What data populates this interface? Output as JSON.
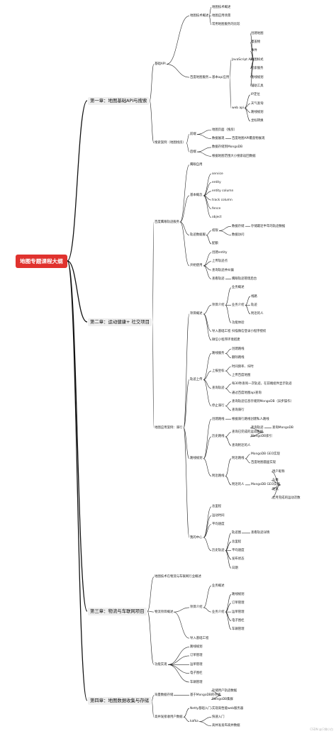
{
  "watermark": "CSDN @只做小白",
  "tree": {
    "text": "地图专题课程大纲",
    "children": [
      {
        "text": "第一章：地图基础API与搜索",
        "children": [
          {
            "text": "基础API",
            "children": [
              {
                "text": "地图技术概述",
                "children": [
                  {
                    "text": "地图技术概述"
                  },
                  {
                    "text": "地图应用场景"
                  },
                  {
                    "text": "常用地图服务的比较"
                  }
                ]
              },
              {
                "text": "百度地图服务",
                "children": [
                  {
                    "text": "基本api应用",
                    "children": [
                      {
                        "text": "JavaScript API",
                        "children": [
                          {
                            "text": "创建地图"
                          },
                          {
                            "text": "覆盖物"
                          },
                          {
                            "text": "事件"
                          },
                          {
                            "text": "地图样式"
                          },
                          {
                            "text": "检索服务"
                          },
                          {
                            "text": "路线规划"
                          },
                          {
                            "text": "辅助工具"
                          }
                        ]
                      },
                      {
                        "text": "web api",
                        "children": [
                          {
                            "text": "IP定位"
                          },
                          {
                            "text": "天气查询"
                          },
                          {
                            "text": "路线规划"
                          },
                          {
                            "text": "坐标转换"
                          }
                        ]
                      }
                    ]
                  }
                ]
              }
            ]
          },
          {
            "text": "搜索案例（地图找房）",
            "children": [
              {
                "text": "前端",
                "children": [
                  {
                    "text": "地图页面（搜房）"
                  },
                  {
                    "text": "数据展现",
                    "children": [
                      {
                        "text": "百度地图API覆盖物展现"
                      }
                    ]
                  }
                ]
              },
              {
                "text": "后端",
                "children": [
                  {
                    "text": "数据存储到MongoDB"
                  },
                  {
                    "text": "根据地图范围大小搜索返回数据"
                  }
                ]
              }
            ]
          }
        ]
      },
      {
        "text": "第二章：运动健康+ 社交项目",
        "children": [
          {
            "text": "百度鹰眼轨迹服务",
            "children": [
              {
                "text": "鹰眼自用"
              },
              {
                "text": "基本概念",
                "children": [
                  {
                    "text": "service"
                  },
                  {
                    "text": "entity"
                  },
                  {
                    "text": "entity column"
                  },
                  {
                    "text": "track column"
                  },
                  {
                    "text": "fence"
                  },
                  {
                    "text": "object"
                  }
                ]
              },
              {
                "text": "轨迹数据服",
                "children": [
                  {
                    "text": "权限",
                    "children": [
                      {
                        "text": "数据存储",
                        "children": [
                          {
                            "text": "存储最近半年的轨迹数据"
                          }
                        ]
                      },
                      {
                        "text": "数据访问"
                      }
                    ]
                  },
                  {
                    "text": "配额"
                  }
                ]
              },
              {
                "text": "开始使用",
                "children": [
                  {
                    "text": "创建entity"
                  },
                  {
                    "text": "上传轨迹点"
                  },
                  {
                    "text": "查询轨迹并纠偏"
                  },
                  {
                    "text": "查看轨迹",
                    "children": [
                      {
                        "text": "鹰眼轨迹管理后台"
                      }
                    ]
                  }
                ]
              }
            ]
          },
          {
            "text": "地图应用案例：骑行",
            "children": [
              {
                "text": "项目概述",
                "children": [
                  {
                    "text": "项目介绍",
                    "children": [
                      {
                        "text": "业务概述"
                      },
                      {
                        "text": "业务介绍",
                        "children": [
                          {
                            "text": "线路"
                          },
                          {
                            "text": "轨迹"
                          },
                          {
                            "text": "附近的人"
                          }
                        ]
                      },
                      {
                        "text": "功能体验"
                      }
                    ]
                  },
                  {
                    "text": "导入基础工程",
                    "children": [
                      {
                        "text": "扫描微信登录小程序授权"
                      }
                    ]
                  },
                  {
                    "text": "微信小程序环境搭建"
                  }
                ]
              },
              {
                "text": "轨迹上传",
                "children": [
                  {
                    "text": "路线服务",
                    "children": [
                      {
                        "text": "创建路线"
                      },
                      {
                        "text": "删除路线"
                      }
                    ]
                  },
                  {
                    "text": "上报坐标",
                    "children": [
                      {
                        "text": "时间频率、扫时"
                      },
                      {
                        "text": "上传百度地图"
                      }
                    ]
                  },
                  {
                    "text": "查询轨迹",
                    "children": [
                      {
                        "text": "每30秒查询一次轨迹，在前端组件显示轨迹"
                      },
                      {
                        "text": "通过百度地图api查询"
                      }
                    ]
                  },
                  {
                    "text": "停止骑行",
                    "children": [
                      {
                        "text": "查询轨迹信息存储到MongoDB（异步操作）"
                      },
                      {
                        "text": "查询骑行"
                      }
                    ]
                  }
                ]
              },
              {
                "text": "路线规划",
                "children": [
                  {
                    "text": "创建路线",
                    "children": [
                      {
                        "text": "根据骑行路线创建私人路线"
                      }
                    ]
                  },
                  {
                    "text": "历史路线",
                    "children": [
                      {
                        "text": "查询已完成的运动路线",
                        "children": [
                          {
                            "text": "查询轨迹",
                            "children": [
                              {
                                "text": "查询MongoDB"
                              }
                            ]
                          },
                          {
                            "text": "MongoDB索引"
                          }
                        ]
                      },
                      {
                        "text": "查询附近的人"
                      }
                    ]
                  },
                  {
                    "text": "附近路线",
                    "children": [
                      {
                        "text": "附近路线",
                        "children": [
                          {
                            "text": "MongoDB GEO实现"
                          },
                          {
                            "text": "百度地图圆面实现"
                          }
                        ]
                      },
                      {
                        "text": "附近的人",
                        "children": [
                          {
                            "text": "MongoDB GEO实现",
                            "children": [
                              {
                                "text": "用户昵称"
                              },
                              {
                                "text": "头像"
                              },
                              {
                                "text": "距离"
                              },
                              {
                                "text": "全月完成的运动次数"
                              }
                            ]
                          }
                        ]
                      }
                    ]
                  }
                ]
              },
              {
                "text": "我的中心",
                "children": [
                  {
                    "text": "总里程"
                  },
                  {
                    "text": "运动时间"
                  },
                  {
                    "text": "平均速度"
                  },
                  {
                    "text": "历史轨迹",
                    "children": [
                      {
                        "text": "轨迹图",
                        "children": [
                          {
                            "text": "查看轨迹详情"
                          }
                        ]
                      },
                      {
                        "text": "总里程"
                      },
                      {
                        "text": "平均速度"
                      },
                      {
                        "text": "发布状态"
                      },
                      {
                        "text": "日期"
                      }
                    ]
                  }
                ]
              }
            ]
          }
        ]
      },
      {
        "text": "第三章：物流与车联网项目",
        "children": [
          {
            "text": "地图技术在物流与车联网行业概述"
          },
          {
            "text": "物流项目概述",
            "children": [
              {
                "text": "项目介绍",
                "children": [
                  {
                    "text": "业务概述"
                  },
                  {
                    "text": "业务介绍",
                    "children": [
                      {
                        "text": "路线规划"
                      },
                      {
                        "text": "订单管理"
                      },
                      {
                        "text": "运单管理"
                      },
                      {
                        "text": "电子围栏"
                      },
                      {
                        "text": "车辆管理"
                      }
                    ]
                  }
                ]
              },
              {
                "text": "导入基础工程"
              }
            ]
          },
          {
            "text": "功能实现",
            "children": [
              {
                "text": "路线规划"
              },
              {
                "text": "订单管理"
              },
              {
                "text": "运单管理"
              },
              {
                "text": "电子围栏"
              },
              {
                "text": "车辆管理"
              }
            ]
          }
        ]
      },
      {
        "text": "第四章：地图数据收集与存储",
        "children": [
          {
            "text": "海量数据存储",
            "children": [
              {
                "text": "基于MongoDB的存储",
                "children": [
                  {
                    "text": "存储用户轨迹数据"
                  },
                  {
                    "text": "MongoDB集群"
                  }
                ]
              }
            ]
          },
          {
            "text": "高并发接收用户数据",
            "children": [
              {
                "text": "Netty基础入门",
                "children": [
                  {
                    "text": "实现高性能web服务器"
                  }
                ]
              },
              {
                "text": "kafka",
                "children": [
                  {
                    "text": "快速入门"
                  },
                  {
                    "text": "高并发发布高并数据"
                  }
                ]
              }
            ]
          }
        ]
      }
    ]
  }
}
